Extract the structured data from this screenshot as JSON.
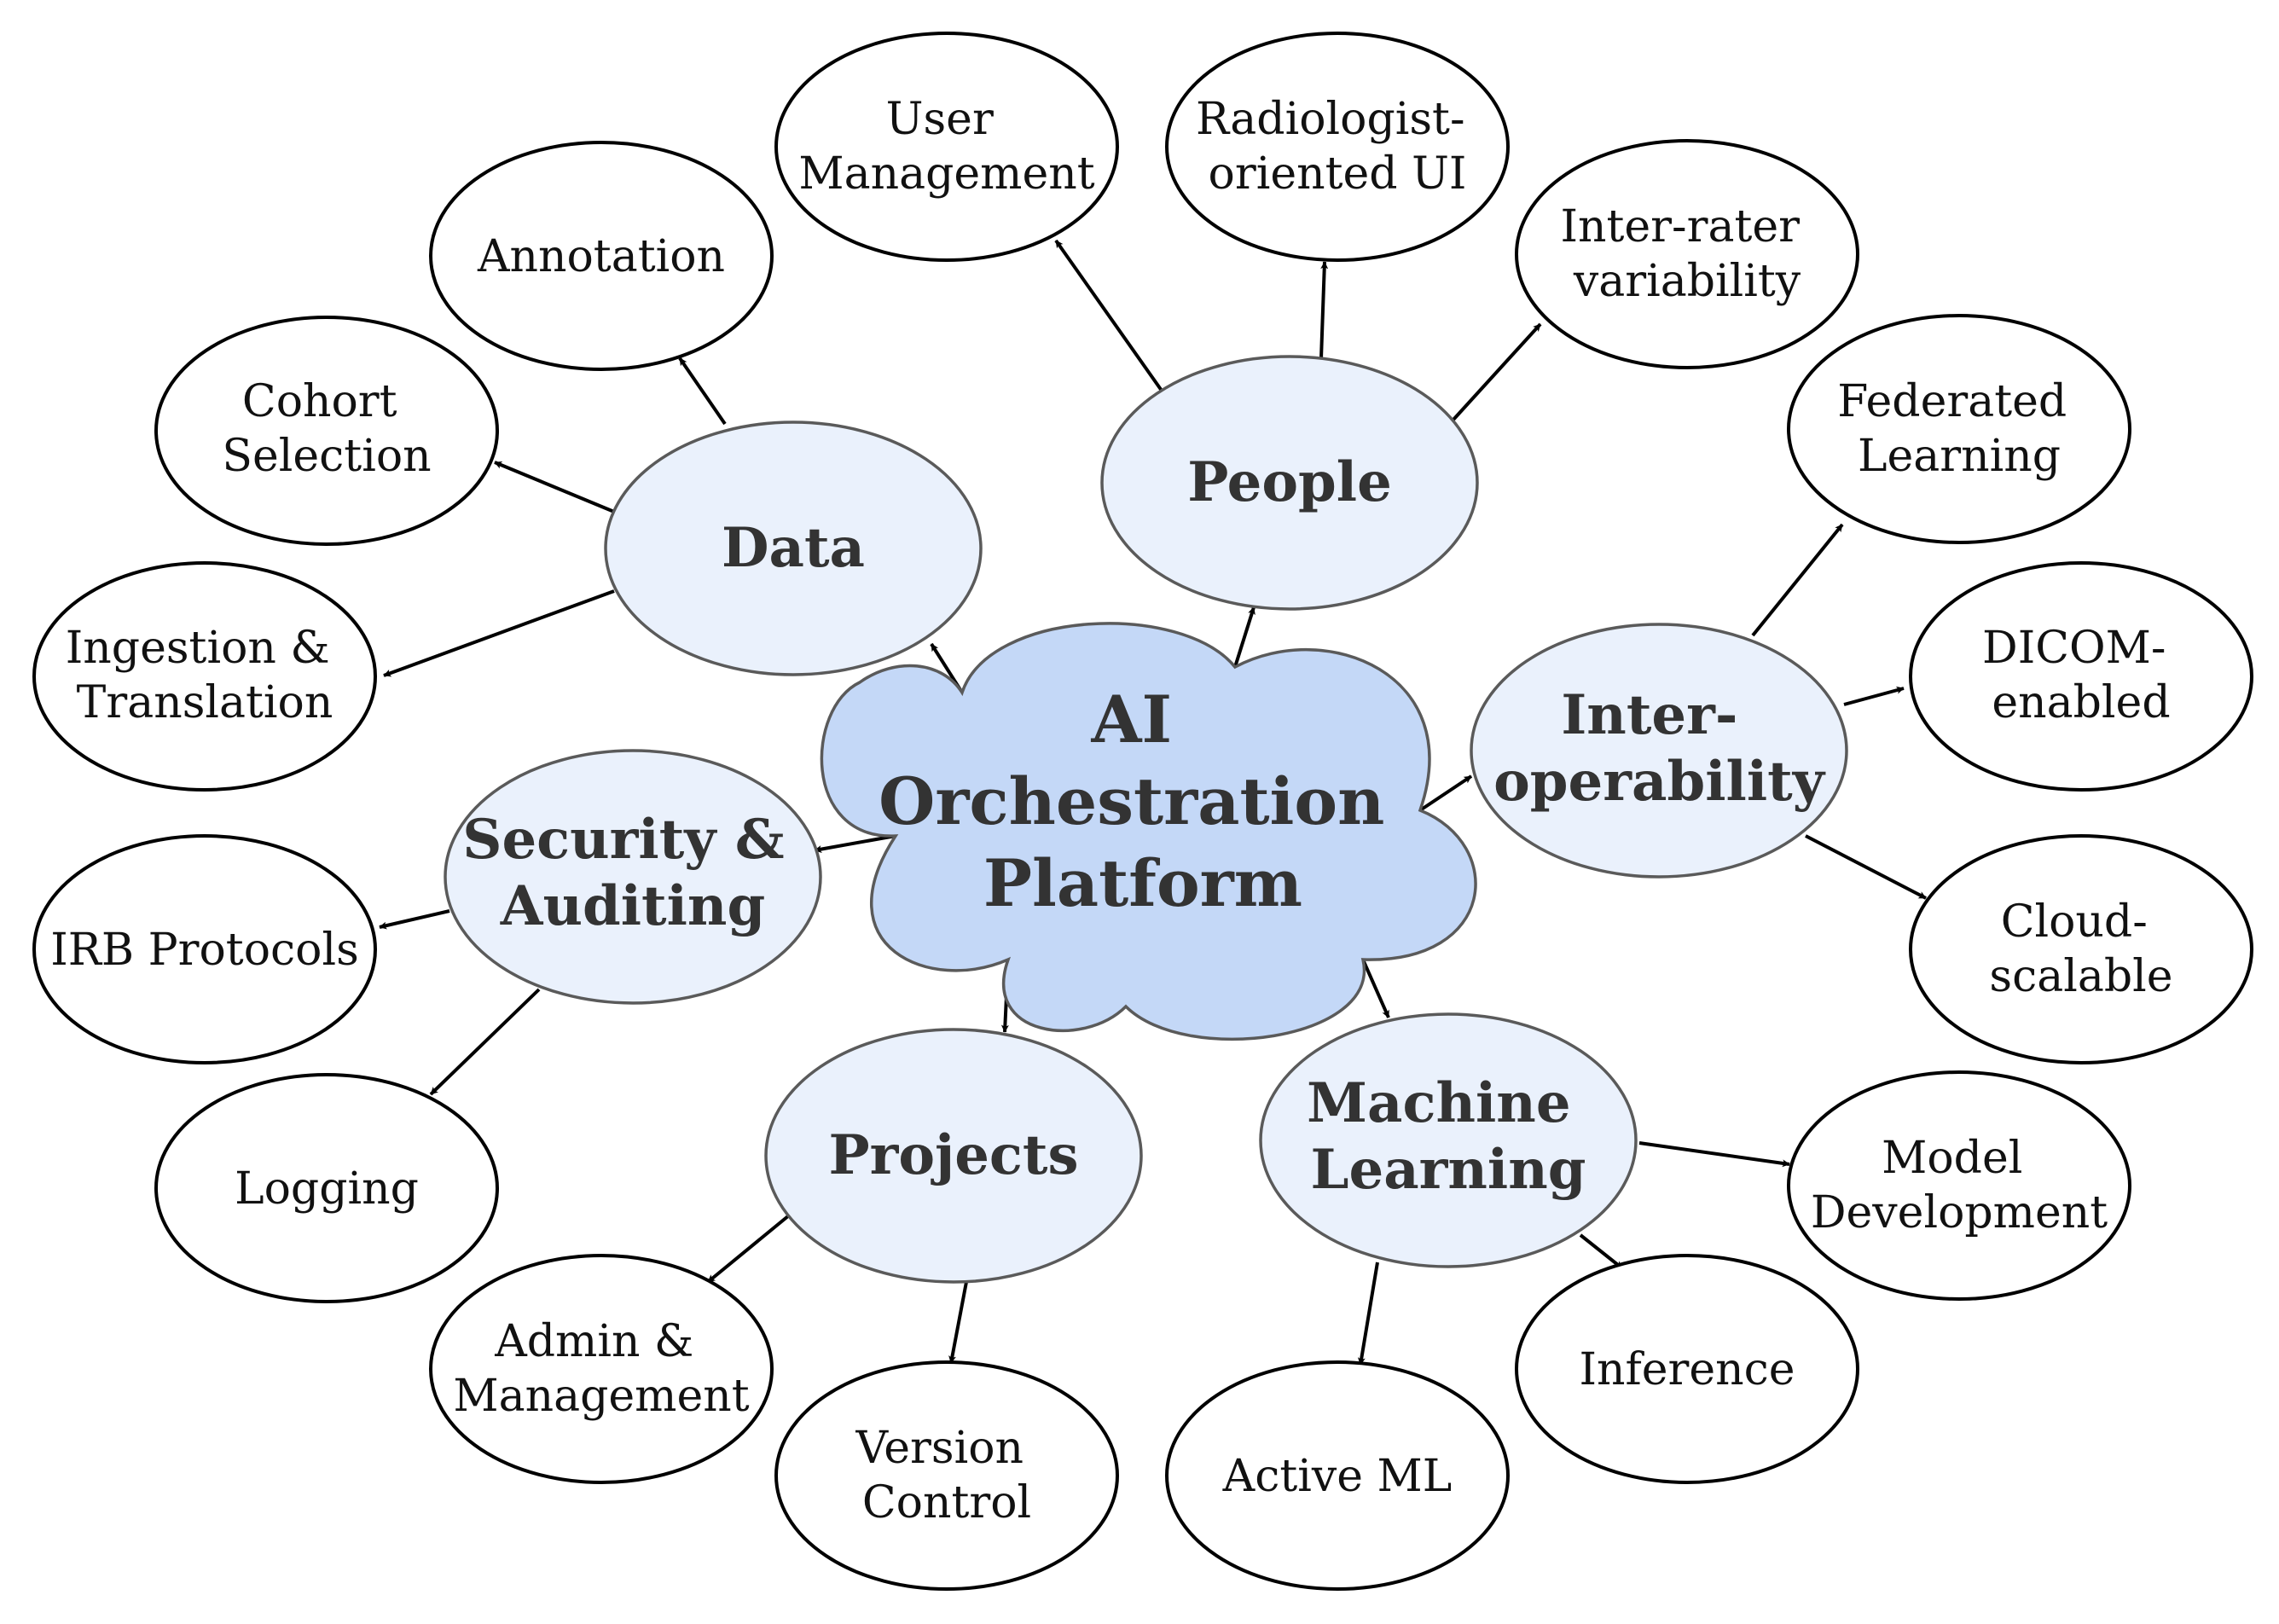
{
  "center": {
    "label_lines": [
      "AI",
      "Orchestration",
      "Platform"
    ]
  },
  "categories": {
    "data": {
      "label_lines": [
        "Data"
      ]
    },
    "people": {
      "label_lines": [
        "People"
      ]
    },
    "interoperability": {
      "label_lines": [
        "Inter-",
        "operability"
      ]
    },
    "machine_learning": {
      "label_lines": [
        "Machine",
        "Learning"
      ]
    },
    "projects": {
      "label_lines": [
        "Projects"
      ]
    },
    "security": {
      "label_lines": [
        "Security &",
        "Auditing"
      ]
    }
  },
  "leaves": {
    "annotation": {
      "label_lines": [
        "Annotation"
      ]
    },
    "cohort_selection": {
      "label_lines": [
        "Cohort",
        "Selection"
      ]
    },
    "ingestion": {
      "label_lines": [
        "Ingestion &",
        "Translation"
      ]
    },
    "user_management": {
      "label_lines": [
        "User",
        "Management"
      ]
    },
    "radiologist_ui": {
      "label_lines": [
        "Radiologist-",
        "oriented UI"
      ]
    },
    "inter_rater": {
      "label_lines": [
        "Inter-rater",
        "variability"
      ]
    },
    "federated_learning": {
      "label_lines": [
        "Federated",
        "Learning"
      ]
    },
    "dicom": {
      "label_lines": [
        "DICOM-",
        "enabled"
      ]
    },
    "cloud_scalable": {
      "label_lines": [
        "Cloud-",
        "scalable"
      ]
    },
    "model_development": {
      "label_lines": [
        "Model",
        "Development"
      ]
    },
    "inference": {
      "label_lines": [
        "Inference"
      ]
    },
    "active_ml": {
      "label_lines": [
        "Active ML"
      ]
    },
    "version_control": {
      "label_lines": [
        "Version",
        "Control"
      ]
    },
    "admin_management": {
      "label_lines": [
        "Admin &",
        "Management"
      ]
    },
    "logging": {
      "label_lines": [
        "Logging"
      ]
    },
    "irb_protocols": {
      "label_lines": [
        "IRB Protocols"
      ]
    }
  },
  "colors": {
    "cloud_fill": "#c4d8f7",
    "category_fill": "#eaf1fc",
    "leaf_fill": "#ffffff",
    "text": "#333333",
    "stroke": "#000000"
  }
}
